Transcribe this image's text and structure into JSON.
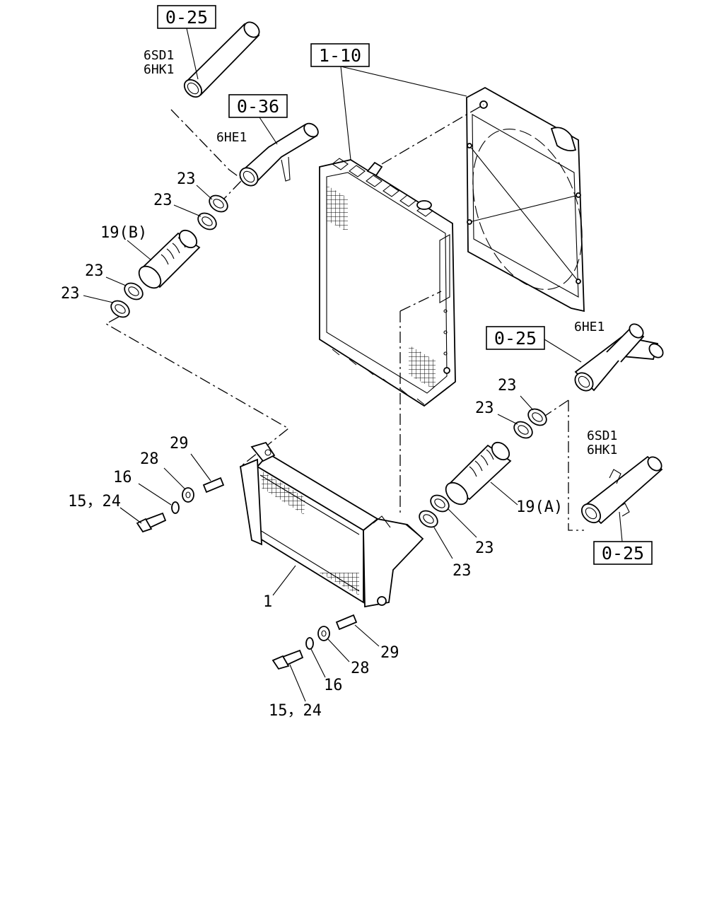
{
  "refs": {
    "r_top_left": "0-25",
    "r_radiator": "1-10",
    "r_6he1_top": "0-36",
    "r_right_mid": "0-25",
    "r_right_bottom": "0-25"
  },
  "engines": {
    "e1a": "6SD1",
    "e1b": "6HK1",
    "e2": "6HE1",
    "e3": "6HE1",
    "e4a": "6SD1",
    "e4b": "6HK1"
  },
  "parts": {
    "p23_a": "23",
    "p23_b": "23",
    "p19b": "19(B)",
    "p23_c": "23",
    "p23_d": "23",
    "p29_top": "29",
    "p28_top": "28",
    "p16_top": "16",
    "p1524_top": "15，24",
    "p1": "1",
    "p23_e": "23",
    "p23_f": "23",
    "p19a": "19(A)",
    "p23_g": "23",
    "p23_h": "23",
    "p29_bot": "29",
    "p28_bot": "28",
    "p16_bot": "16",
    "p1524_bot": "15，24"
  }
}
